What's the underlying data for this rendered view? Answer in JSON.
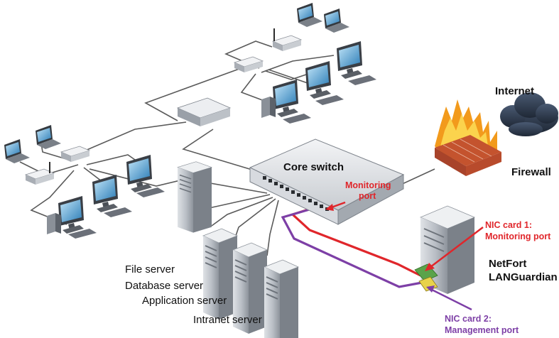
{
  "labels": {
    "internet": "Internet",
    "firewall": "Firewall",
    "core_switch": "Core switch",
    "monitoring_port": [
      "Monitoring",
      "port"
    ],
    "nic1": [
      "NIC card 1:",
      "Monitoring port"
    ],
    "product": [
      "NetFort",
      "LANGuardian"
    ],
    "nic2": [
      "NIC card 2:",
      "Management port"
    ],
    "servers": {
      "file": "File server",
      "database": "Database server",
      "application": "Application server",
      "intranet": "Intranet server"
    }
  },
  "colors": {
    "monitoring_link": "#e0262b",
    "management_link": "#7d3fa6",
    "cable": "#5a5a5a",
    "cloud": "#2f3b4e",
    "fire": "#f29a1c",
    "brick": "#c4532e"
  }
}
